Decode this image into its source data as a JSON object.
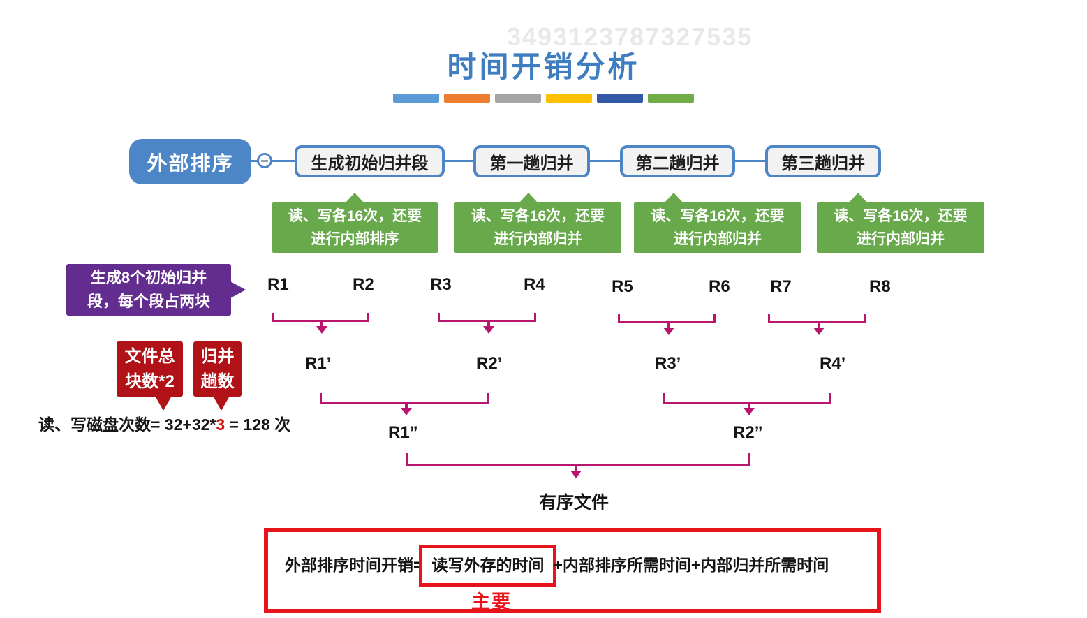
{
  "watermark": "3493123787327535",
  "title": "时间开销分析",
  "divider_colors": [
    "#5b9bd5",
    "#ed7d31",
    "#a5a5a5",
    "#ffc000",
    "#3358a8",
    "#70ad47"
  ],
  "mindmap": {
    "root": "外部排序",
    "stages": [
      "生成初始归并段",
      "第一趟归并",
      "第二趟归并",
      "第三趟归并"
    ],
    "notes": [
      {
        "line1": "读、写各16次，还要",
        "line2": "进行内部排序"
      },
      {
        "line1": "读、写各16次，还要",
        "line2": "进行内部归并"
      },
      {
        "line1": "读、写各16次，还要",
        "line2": "进行内部归并"
      },
      {
        "line1": "读、写各16次，还要",
        "line2": "进行内部归并"
      }
    ]
  },
  "annotations": {
    "purple_note": {
      "line1": "生成8个初始归并",
      "line2": "段，每个段占两块"
    },
    "callout_blocks": {
      "line1": "文件总",
      "line2": "块数*2"
    },
    "callout_passes": {
      "line1": "归并",
      "line2": "趟数"
    },
    "disk_formula": {
      "prefix": "读、写磁盘次数= 32+32*",
      "highlight": "3",
      "suffix": " = 128 次"
    }
  },
  "tree": {
    "level1": [
      "R1",
      "R2",
      "R3",
      "R4",
      "R5",
      "R6",
      "R7",
      "R8"
    ],
    "level2": [
      "R1’",
      "R2’",
      "R3’",
      "R4’"
    ],
    "level3": [
      "R1”",
      "R2”"
    ],
    "result": "有序文件"
  },
  "summary": {
    "prefix": "外部排序时间开销=",
    "highlighted": "读写外存的时间",
    "suffix": "+内部排序所需时间+内部归并所需时间",
    "label": "主要"
  },
  "colors": {
    "title_blue": "#3e7dc0",
    "node_blue": "#4c86c6",
    "stage_fill": "#f2f2f2",
    "note_green": "#68a94b",
    "note_purple": "#632c8f",
    "callout_red": "#b11217",
    "tree_magenta": "#b8156e",
    "summary_red": "#e8141c"
  }
}
